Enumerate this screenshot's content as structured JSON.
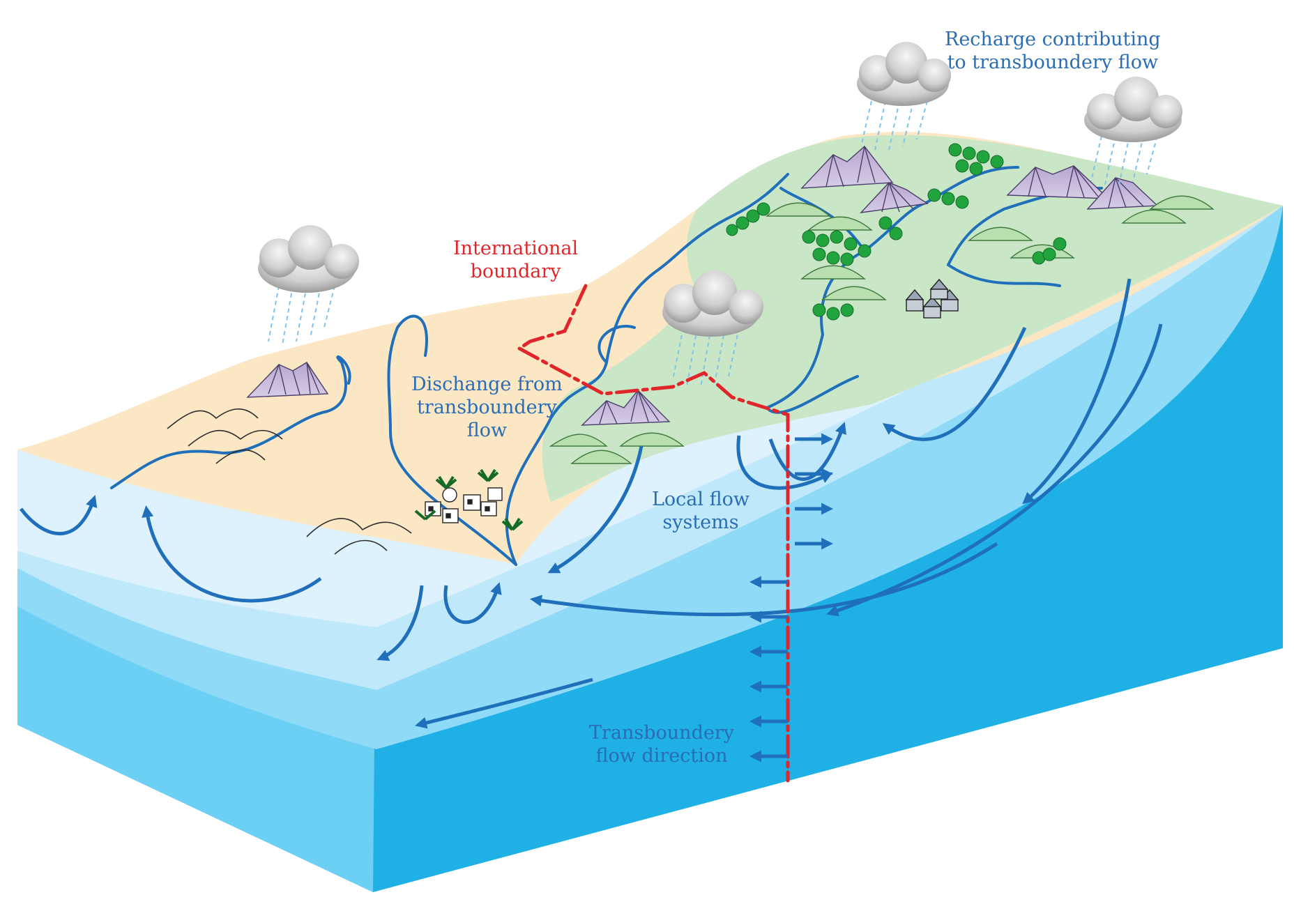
{
  "labels": {
    "recharge": [
      "Recharge contributing",
      "to transboundery flow"
    ],
    "boundary": [
      "International",
      "boundary"
    ],
    "discharge": [
      "Dischange from",
      "transboundery",
      "flow"
    ],
    "local": [
      "Local flow",
      "systems"
    ],
    "direction": [
      "Transboundery",
      "flow direction"
    ]
  },
  "colors": {
    "label_blue": "#2a6db5",
    "boundary_red": "#e0262a",
    "arrow_blue": "#1f6fba",
    "deep_aquifer": "#1fb0e6",
    "mid_aquifer": "#6cd0f5",
    "shallow_aquifer": "#bfe8fb",
    "desert": "#fbe7c4",
    "vegetation": "#c9e7c6"
  },
  "icons": {
    "clouds": "rain-cloud-icon",
    "mountains": "mountain-icon",
    "trees": "tree-cluster-icon",
    "towns": "village-icon"
  }
}
